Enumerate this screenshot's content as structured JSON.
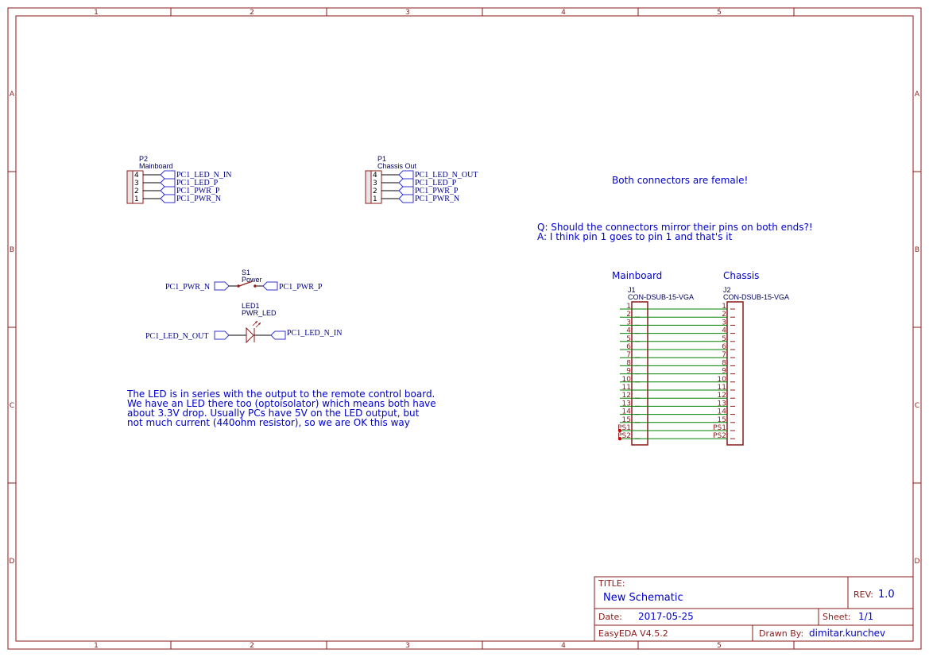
{
  "ruler": {
    "columns": [
      "1",
      "2",
      "3",
      "4",
      "5"
    ],
    "rows": [
      "A",
      "B",
      "C",
      "D"
    ]
  },
  "p2": {
    "ref": "P2",
    "value": "Mainboard",
    "pins": [
      "4",
      "3",
      "2",
      "1"
    ],
    "nets": [
      "PC1_LED_N_IN",
      "PC1_LED_P",
      "PC1_PWR_P",
      "PC1_PWR_N"
    ]
  },
  "p1": {
    "ref": "P1",
    "value": "Chassis Out",
    "pins": [
      "4",
      "3",
      "2",
      "1"
    ],
    "nets": [
      "PC1_LED_N_OUT",
      "PC1_LED_P",
      "PC1_PWR_P",
      "PC1_PWR_N"
    ]
  },
  "s1": {
    "ref": "S1",
    "value": "Power",
    "left_net": "PC1_PWR_N",
    "right_net": "PC1_PWR_P"
  },
  "led1": {
    "ref": "LED1",
    "value": "PWR_LED",
    "left_net": "PC1_LED_N_OUT",
    "right_net": "PC1_LED_N_IN"
  },
  "notes": {
    "female": "Both connectors are female!",
    "question": "Q: Should the connectors mirror their pins on both ends?!",
    "answer": "A: I think pin 1 goes to pin 1 and that's it",
    "led_lines": [
      "The LED is in series with the output to the remote control board.",
      "We have an LED there too (optoisolator) which means both have",
      "about 3.3V drop. Usually PCs have 5V on the LED output, but",
      "not much current (440ohm resistor), so we are OK this way"
    ]
  },
  "dsub": {
    "left_heading": "Mainboard",
    "right_heading": "Chassis",
    "j1_ref": "J1",
    "j1_value": "CON-DSUB-15-VGA",
    "j2_ref": "J2",
    "j2_value": "CON-DSUB-15-VGA",
    "pins": [
      "1",
      "2",
      "3",
      "4",
      "5",
      "6",
      "7",
      "8",
      "9",
      "10",
      "11",
      "12",
      "13",
      "14",
      "15",
      "PS1",
      "PS2"
    ]
  },
  "title_block": {
    "title_label": "TITLE:",
    "title": "New Schematic",
    "rev_label": "REV:",
    "rev": "1.0",
    "date_label": "Date:",
    "date": "2017-05-25",
    "sheet_label": "Sheet:",
    "sheet": "1/1",
    "software": "EasyEDA V4.5.2",
    "drawn_label": "Drawn By:",
    "drawn_by": "dimitar.kunchev"
  },
  "colors": {
    "frame": "#8b1a1a",
    "wire": "#008000",
    "text": "#0000cc"
  }
}
